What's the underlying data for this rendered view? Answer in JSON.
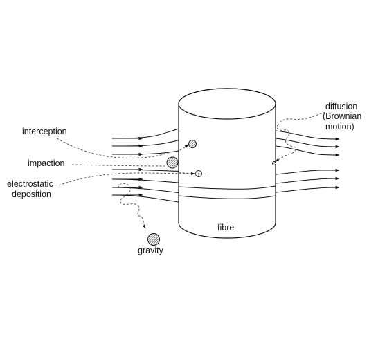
{
  "labels": {
    "interception": "interception",
    "impaction": "impaction",
    "electrostatic_line1": "electrostatic",
    "electrostatic_line2": "deposition",
    "gravity": "gravity",
    "diffusion_line1": "diffusion",
    "diffusion_line2": "(Brownian",
    "diffusion_line3": "motion)",
    "fibre": "fibre"
  },
  "charges": {
    "particle": "+",
    "fibre": "-"
  },
  "colors": {
    "ink": "#111111",
    "particle_fill": "#8c8c8c",
    "background": "#ffffff"
  }
}
